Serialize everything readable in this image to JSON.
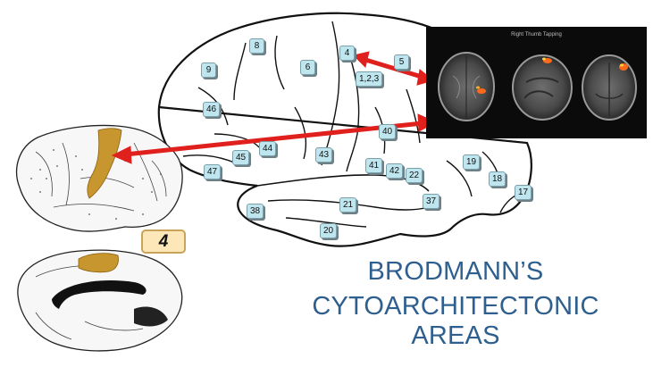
{
  "title": {
    "line1": "BRODMANN’S",
    "line2": "CYTOARCHITECTONIC AREAS"
  },
  "fmri_panel": {
    "title": "Right Thumb Tapping",
    "background": "#0b0b0b",
    "activation_color": "#ff6a1a"
  },
  "highlight_area": "4",
  "area_labels": [
    "8",
    "4",
    "5",
    "9",
    "6",
    "1,2,3",
    "46",
    "40",
    "44",
    "45",
    "43",
    "47",
    "41",
    "42",
    "22",
    "19",
    "18",
    "17",
    "37",
    "21",
    "38",
    "20"
  ],
  "colors": {
    "arrow": "#e0201c",
    "title": "#2e5f8f",
    "label_fill": "#bfe6ef",
    "badge_fill": "#fde7b8",
    "motor_area_fill": "#c8962e"
  }
}
